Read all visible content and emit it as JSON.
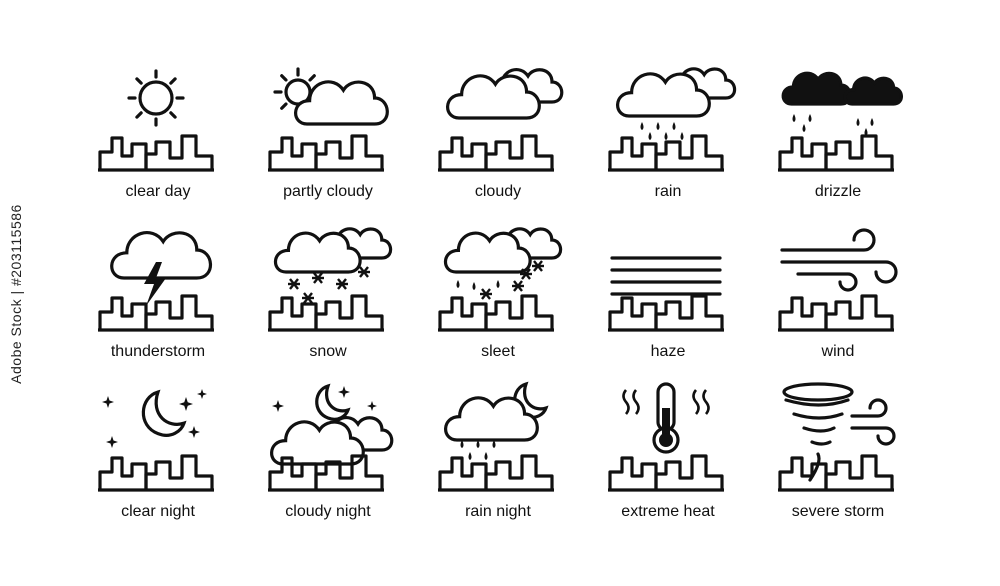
{
  "icons": [
    {
      "label": "clear day",
      "icon": "sun-icon"
    },
    {
      "label": "partly cloudy",
      "icon": "sun-cloud-icon"
    },
    {
      "label": "cloudy",
      "icon": "clouds-icon"
    },
    {
      "label": "rain",
      "icon": "rain-cloud-icon"
    },
    {
      "label": "drizzle",
      "icon": "drizzle-cloud-icon"
    },
    {
      "label": "thunderstorm",
      "icon": "lightning-cloud-icon"
    },
    {
      "label": "snow",
      "icon": "snow-cloud-icon"
    },
    {
      "label": "sleet",
      "icon": "sleet-cloud-icon"
    },
    {
      "label": "haze",
      "icon": "haze-icon"
    },
    {
      "label": "wind",
      "icon": "wind-icon"
    },
    {
      "label": "clear night",
      "icon": "moon-stars-icon"
    },
    {
      "label": "cloudy night",
      "icon": "moon-cloud-icon"
    },
    {
      "label": "rain night",
      "icon": "moon-rain-cloud-icon"
    },
    {
      "label": "extreme heat",
      "icon": "thermometer-icon"
    },
    {
      "label": "severe storm",
      "icon": "tornado-icon"
    }
  ],
  "watermark": {
    "stock_id": "Adobe Stock | #203115586"
  },
  "colors": {
    "stroke": "#111111",
    "background": "#ffffff"
  }
}
